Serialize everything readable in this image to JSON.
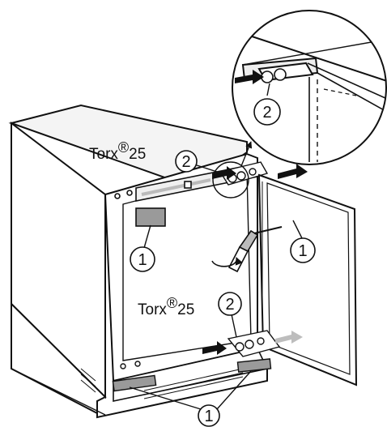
{
  "labels": {
    "torx_top": {
      "brand": "Torx",
      "mark": "®",
      "size": "25"
    },
    "torx_bottom": {
      "brand": "Torx",
      "mark": "®",
      "size": "25"
    }
  },
  "callouts": {
    "one": "1",
    "two": "2"
  },
  "colors": {
    "line": "#111111",
    "panel_fill": "#e6e6e6",
    "component_fill": "#9a9a9a",
    "arrow_fill": "#111111",
    "ghost_arrow_fill": "#bdbdbd"
  }
}
